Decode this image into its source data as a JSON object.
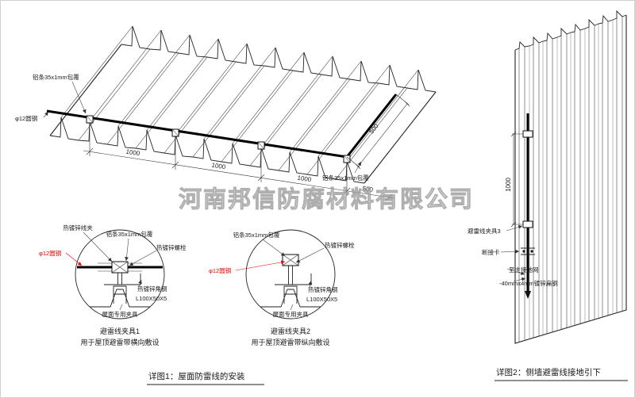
{
  "watermark": "河南邦信防腐材料有限公司",
  "captions": {
    "detail1": "详图1：屋面防雷线的安装",
    "detail2": "详图2：侧墙避雷线接地引下"
  },
  "roof": {
    "label_alu_top": "铝条35x1mm包覆",
    "label_alu_right": "铝条35x1mm包覆",
    "label_rod": "φ12圆钢",
    "dims": [
      "1000",
      "1000",
      "1000",
      "500"
    ],
    "dim_500_right": "500"
  },
  "clamp1": {
    "labels": {
      "wire_clip": "热镀锌线夹",
      "alu": "铝条35x1mm包覆",
      "bolt": "热镀锌螺栓",
      "rod": "φ12圆钢",
      "angle_line1": "热镀锌角钢",
      "angle_line2": "L100X50X5",
      "roof_clamp": "屋面专用夹具"
    },
    "title": "避雷线夹具1",
    "subtitle": "用于屋顶避雷带横向敷设"
  },
  "clamp2": {
    "labels": {
      "alu": "铝条35x1mm包覆",
      "bolt": "热镀锌螺栓",
      "rod": "φ12圆钢",
      "angle_line1": "热镀锌角钢",
      "angle_line2": "L100X50X5",
      "roof_clamp": "屋面专用夹具"
    },
    "title": "避雷线夹具2",
    "subtitle": "用于屋顶避雷带纵向敷设"
  },
  "wall": {
    "dim": "1000",
    "labels": {
      "clamp3": "避雷线夹具3",
      "disconnect": "断接卡",
      "to_ground": "至主接地网",
      "flat_steel": "-40mmx4mm镀锌扁钢"
    }
  },
  "colors": {
    "red": "#e60000",
    "watermark": "#9a9a9a",
    "line": "#222222"
  }
}
